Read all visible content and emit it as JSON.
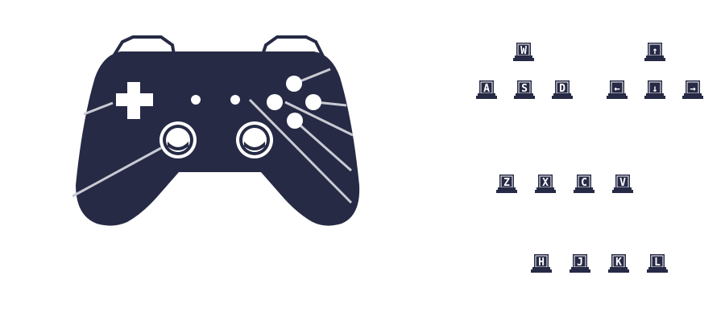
{
  "colors": {
    "controller_body": "#262a45",
    "controller_outline": "#ffffff",
    "leader_line": "#c9cad3",
    "key_fill": "#262a45",
    "key_glyph": "#ffffff"
  },
  "controller": {
    "icon": "gamepad-icon",
    "parts": [
      "dpad",
      "select-button",
      "start-button",
      "left-stick",
      "right-stick",
      "face-button-top",
      "face-button-left",
      "face-button-right",
      "face-button-bottom",
      "left-bumper",
      "right-bumper"
    ]
  },
  "keys": {
    "w": "W",
    "a": "A",
    "s": "S",
    "d": "D",
    "up": "↑",
    "left": "←",
    "down": "↓",
    "right": "→",
    "z": "Z",
    "x": "X",
    "c": "C",
    "v": "V",
    "h": "H",
    "j": "J",
    "k": "K",
    "l": "L"
  }
}
